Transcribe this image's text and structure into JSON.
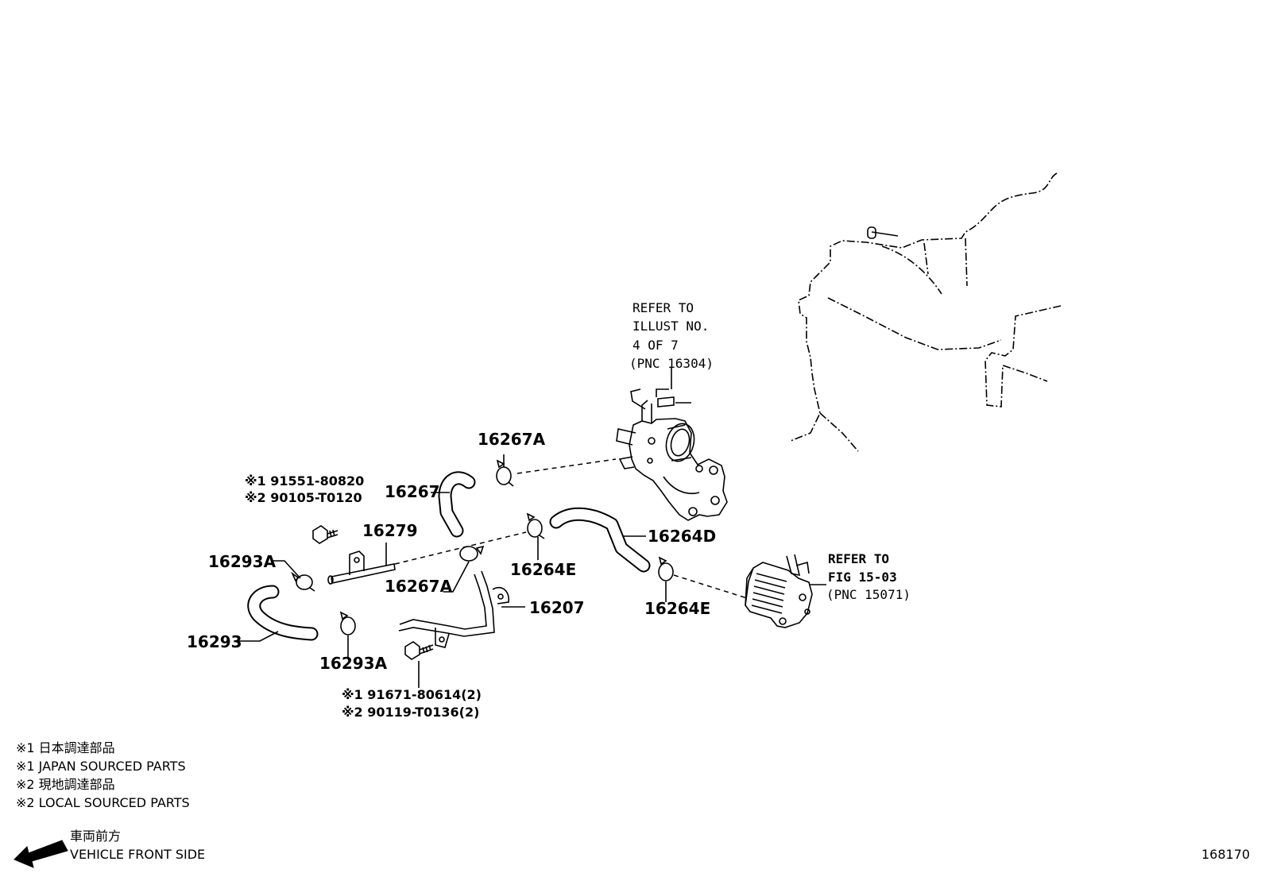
{
  "labels": {
    "p16267A": "16267A",
    "p16267": "16267",
    "p16279": "16279",
    "p16264D": "16264D",
    "p16293A_top": "16293A",
    "p16264E_mid": "16264E",
    "p16267A_low": "16267A",
    "p16207": "16207",
    "p16264E_low": "16264E",
    "p16293": "16293",
    "p16293A_low": "16293A"
  },
  "refer_water_outlet": [
    "REFER TO",
    "ILLUST NO.",
    "4 OF 7",
    "(PNC 16304)"
  ],
  "refer_oil_cooler": [
    "REFER TO",
    "FIG 15-03",
    "(PNC 15071)"
  ],
  "bolt_codes_top": [
    "※1 91551-80820",
    "※2 90105-T0120"
  ],
  "bolt_codes_bottom": [
    "※1 91671-80614(2)",
    "※2 90119-T0136(2)"
  ],
  "legend": [
    "※1 日本調達部品",
    "※1 JAPAN SOURCED PARTS",
    "※2 現地調達部品",
    "※2 LOCAL SOURCED PARTS"
  ],
  "front": {
    "jp": "車両前方",
    "en": "VEHICLE FRONT SIDE",
    "icon": "arrow-left-down-icon"
  },
  "illustration_number": "168170"
}
